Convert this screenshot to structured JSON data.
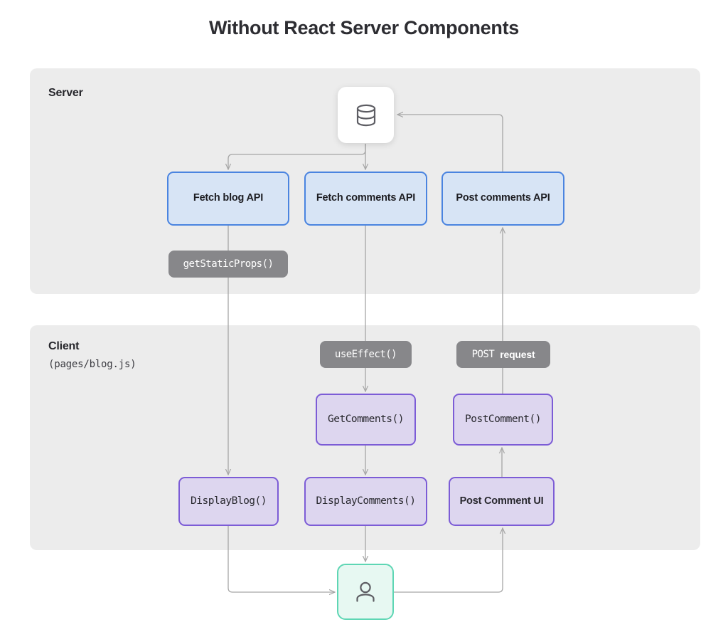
{
  "title": "Without React Server Components",
  "colors": {
    "page_background": "#ffffff",
    "lane_background": "#ececec",
    "api_fill": "#d7e4f5",
    "api_border": "#4a84e0",
    "component_fill": "#ddd6ef",
    "component_border": "#7c5cd6",
    "pill_fill": "#87878a",
    "pill_text": "#ffffff",
    "user_fill": "#e7f8f2",
    "user_border": "#5ed6b4",
    "connector": "#a6a6a6",
    "title_text": "#2d2d32"
  },
  "lanes": [
    {
      "id": "server",
      "title": "Server",
      "subtitle": ""
    },
    {
      "id": "client",
      "title": "Client",
      "subtitle": "(pages/blog.js)"
    }
  ],
  "nodes": {
    "database": {
      "icon": "database-icon",
      "label": ""
    },
    "fetch_blog_api": {
      "label": "Fetch blog API"
    },
    "fetch_comments_api": {
      "label": "Fetch  comments API"
    },
    "post_comments_api": {
      "label": "Post comments API"
    },
    "get_comments": {
      "label": "GetComments()"
    },
    "post_comment": {
      "label": "PostComment()"
    },
    "display_blog": {
      "label": "DisplayBlog()"
    },
    "display_comments": {
      "label": "DisplayComments()"
    },
    "post_comment_ui": {
      "label": "Post Comment UI"
    },
    "user": {
      "icon": "user-icon",
      "label": ""
    }
  },
  "pills": {
    "get_static_props": {
      "label": "getStaticProps()"
    },
    "use_effect": {
      "label": "useEffect()"
    },
    "post_request": {
      "label_mono": "POST ",
      "label_bold": "request"
    }
  },
  "edges": [
    {
      "from": "database",
      "to": "fetch_blog_api",
      "direction": "down"
    },
    {
      "from": "database",
      "to": "fetch_comments_api",
      "direction": "down"
    },
    {
      "from": "post_comments_api",
      "to": "database",
      "direction": "up-left"
    },
    {
      "from": "fetch_blog_api",
      "to": "display_blog",
      "direction": "down"
    },
    {
      "from": "fetch_comments_api",
      "to": "get_comments",
      "direction": "down"
    },
    {
      "from": "get_comments",
      "to": "display_comments",
      "direction": "down"
    },
    {
      "from": "post_comment",
      "to": "post_comments_api",
      "direction": "up"
    },
    {
      "from": "post_comment_ui",
      "to": "post_comment",
      "direction": "up"
    },
    {
      "from": "display_blog",
      "to": "user",
      "direction": "down-right"
    },
    {
      "from": "display_comments",
      "to": "user",
      "direction": "down"
    },
    {
      "from": "user",
      "to": "post_comment_ui",
      "direction": "right-up"
    }
  ]
}
